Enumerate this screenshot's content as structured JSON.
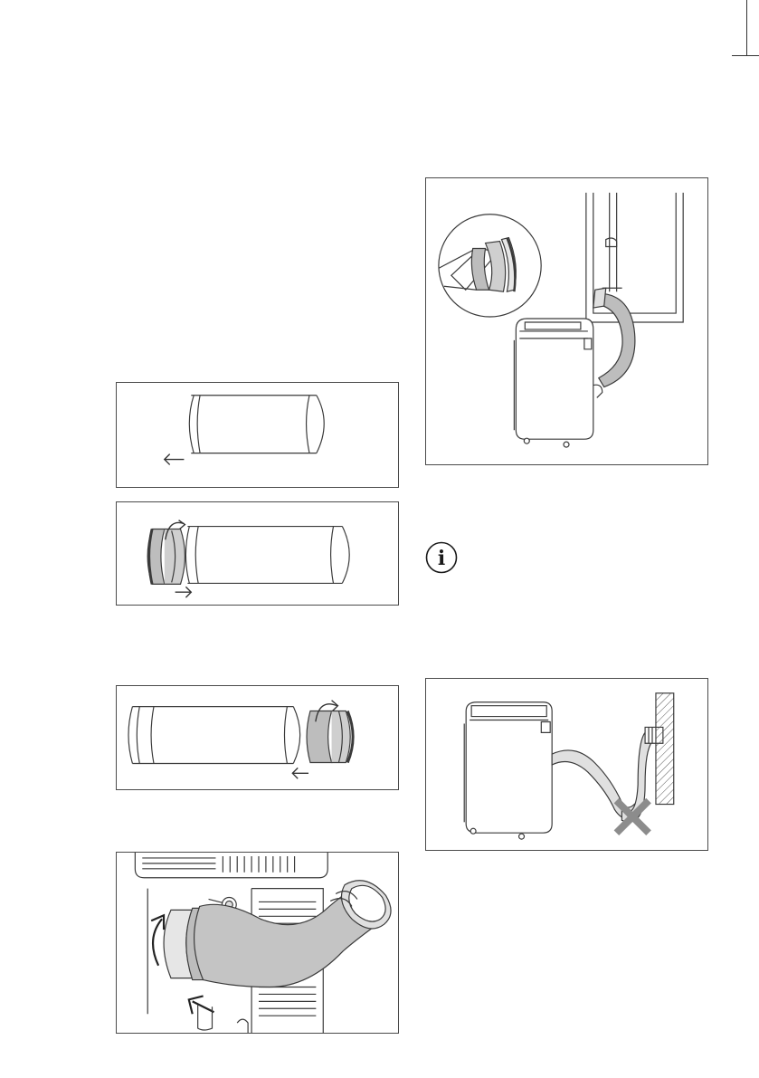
{
  "page": {
    "figures": [
      {
        "id": "hose-cylinder-remove-end",
        "arrow": "left"
      },
      {
        "id": "hose-cylinder-attach-ring-left",
        "arrow": "right"
      },
      {
        "id": "hose-cylinder-attach-ring-right",
        "arrow": "left"
      },
      {
        "id": "hose-connect-to-unit",
        "arrow": "rotate-and-push"
      },
      {
        "id": "hose-through-window",
        "detail": "magnified-adapter"
      },
      {
        "id": "incorrect-wall-installation",
        "mark": "cross"
      }
    ],
    "info_icon": {
      "name": "info-icon",
      "glyph": "i"
    },
    "colors": {
      "line": "#3a3a3a",
      "grey_fill": "#bdbdbd",
      "cross": "#8c8c8c"
    }
  }
}
